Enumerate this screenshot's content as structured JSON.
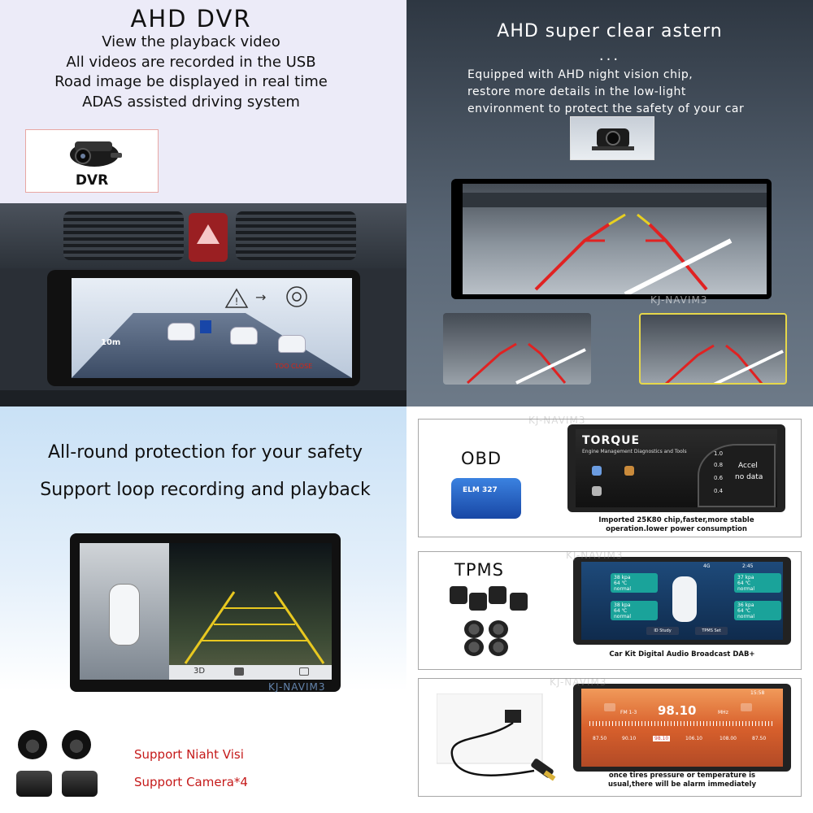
{
  "dvr": {
    "title": "AHD   DVR",
    "lines": [
      "View the playback video",
      "All videos are recorded in the USB",
      "Road image be displayed in real time",
      "ADAS assisted driving system"
    ],
    "product_label": "DVR",
    "adas": {
      "distance": "10m",
      "warning": "TOO CLOSE"
    }
  },
  "astern": {
    "title": "AHD super clear astern",
    "dots": "...",
    "lines": [
      "Equipped with AHD night vision chip,",
      "restore more details in the low-light",
      "environment to protect the safety of your car"
    ],
    "watermark": "KJ-NAVIM3"
  },
  "surround": {
    "line1": "All-round protection for your safety",
    "line2": "Support loop recording and playback",
    "watermark": "KJ-NAVIM3",
    "mode_label": "3D",
    "red_lines": [
      "Support Niaht Visi",
      "Support Camera*4"
    ]
  },
  "obd": {
    "label": "OBD",
    "app_name": "TORQUE",
    "app_sub": "Engine Management Diagnostics and Tools",
    "gauge_unit": "Accel",
    "gauge_value": "no data",
    "gauge_ticks": [
      "1.0",
      "0.8",
      "0.6",
      "0.4"
    ],
    "chip_label": "ELM 327",
    "caption": [
      "Imported 25K80 chip,faster,more stable",
      "operation.lower power consumption"
    ],
    "watermark": "KJ-NAVIM3"
  },
  "tpms": {
    "label": "TPMS",
    "tiles": [
      {
        "pressure": "38 kpa",
        "temp": "64 ℃",
        "status": "normal"
      },
      {
        "pressure": "37 kpa",
        "temp": "64 ℃",
        "status": "normal"
      },
      {
        "pressure": "38 kpa",
        "temp": "64 ℃",
        "status": "normal"
      },
      {
        "pressure": "36 kpa",
        "temp": "64 ℃",
        "status": "normal"
      }
    ],
    "buttons": [
      "ID Study",
      "TPMS Set"
    ],
    "time": "2:45",
    "signal": "4G",
    "caption": "Car Kit Digital Audio Broadcast DAB+",
    "watermark": "KJ-NAVIM3"
  },
  "radio": {
    "band": "FM 1-3",
    "frequency": "98.10",
    "unit": "MHz",
    "presets": [
      "87.50",
      "90.10",
      "98.10",
      "106.10",
      "108.00",
      "87.50"
    ],
    "time": "15:58",
    "caption": [
      "once tires pressure or temperature is",
      "usual,there will be alarm immediately"
    ],
    "watermark": "KJ-NAVIM3"
  },
  "colors": {
    "accent_red": "#c51a1a",
    "tile_teal": "#1aa39a",
    "chip_blue": "#1f5fc4"
  }
}
